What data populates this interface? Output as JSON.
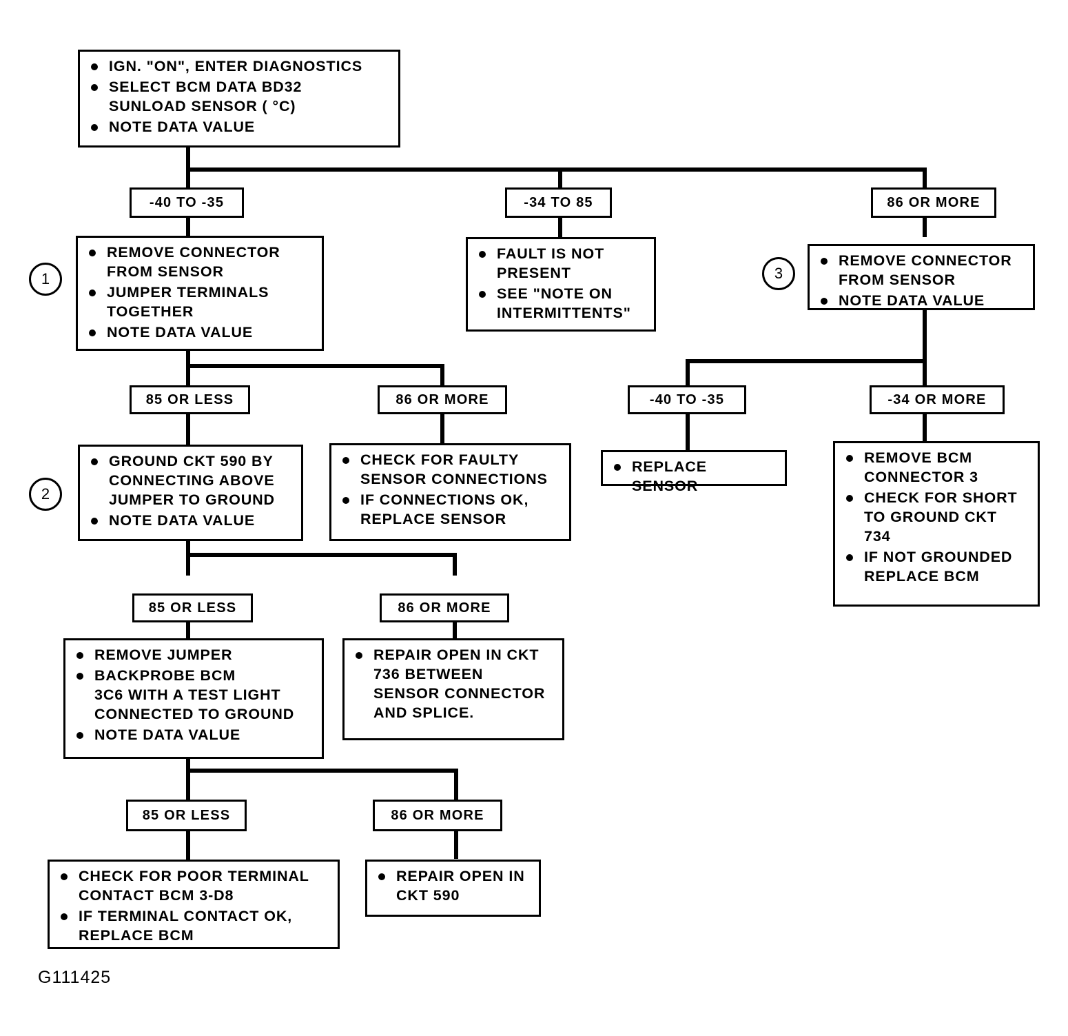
{
  "figure": {
    "id_label": "G111425",
    "title": "BCM Data BD32 Sunload Sensor Diagnostic Flowchart"
  },
  "chart_data": {
    "type": "diagram",
    "diagram_kind": "flowchart",
    "title": "Sunload Sensor (BD32) Diagnostic Chart"
  },
  "nodes": {
    "start": {
      "items": [
        "IGN. \"ON\", ENTER DIAGNOSTICS",
        "SELECT BCM DATA BD32\nSUNLOAD SENSOR ( °C)",
        "NOTE DATA VALUE"
      ]
    },
    "branch1_label": "-40 TO -35",
    "branch2_label": "-34 TO 85",
    "branch3_label": "86 OR MORE",
    "step1": {
      "marker": "1",
      "items": [
        "REMOVE CONNECTOR\nFROM SENSOR",
        "JUMPER TERMINALS\nTOGETHER",
        "NOTE DATA VALUE"
      ]
    },
    "fault_not_present": {
      "items": [
        "FAULT IS NOT\nPRESENT",
        "SEE \"NOTE ON\nINTERMITTENTS\""
      ]
    },
    "step3": {
      "marker": "3",
      "items": [
        "REMOVE CONNECTOR\nFROM SENSOR",
        "NOTE DATA VALUE"
      ]
    },
    "l1_left_label": "85 OR LESS",
    "l1_right_label": "86 OR MORE",
    "r1_left_label": "-40 TO -35",
    "r1_right_label": "-34 OR MORE",
    "step2": {
      "marker": "2",
      "items": [
        "GROUND CKT 590 BY\nCONNECTING ABOVE\nJUMPER TO GROUND",
        "NOTE  DATA VALUE"
      ]
    },
    "faulty_sensor_connections": {
      "items": [
        "CHECK FOR FAULTY\nSENSOR CONNECTIONS",
        "IF CONNECTIONS OK,\nREPLACE SENSOR"
      ]
    },
    "replace_sensor": {
      "items": [
        "REPLACE SENSOR"
      ]
    },
    "remove_bcm_connector": {
      "items": [
        "REMOVE BCM\nCONNECTOR 3",
        "CHECK FOR SHORT\nTO GROUND CKT\n734",
        "IF NOT GROUNDED\nREPLACE BCM"
      ]
    },
    "l2_left_label": "85 OR LESS",
    "l2_right_label": "86 OR MORE",
    "remove_jumper": {
      "items": [
        "REMOVE JUMPER",
        "BACKPROBE BCM\n3C6 WITH A TEST LIGHT\nCONNECTED TO GROUND",
        "NOTE DATA VALUE"
      ]
    },
    "repair_open_736": {
      "items": [
        "REPAIR OPEN IN CKT\n736 BETWEEN\nSENSOR CONNECTOR\nAND SPLICE."
      ]
    },
    "l3_left_label": "85 OR LESS",
    "l3_right_label": "86 OR MORE",
    "poor_terminal_contact": {
      "items": [
        "CHECK FOR POOR TERMINAL\nCONTACT BCM 3-D8",
        "IF TERMINAL CONTACT OK,\nREPLACE BCM"
      ]
    },
    "repair_open_590": {
      "items": [
        "REPAIR OPEN IN\nCKT 590"
      ]
    }
  }
}
